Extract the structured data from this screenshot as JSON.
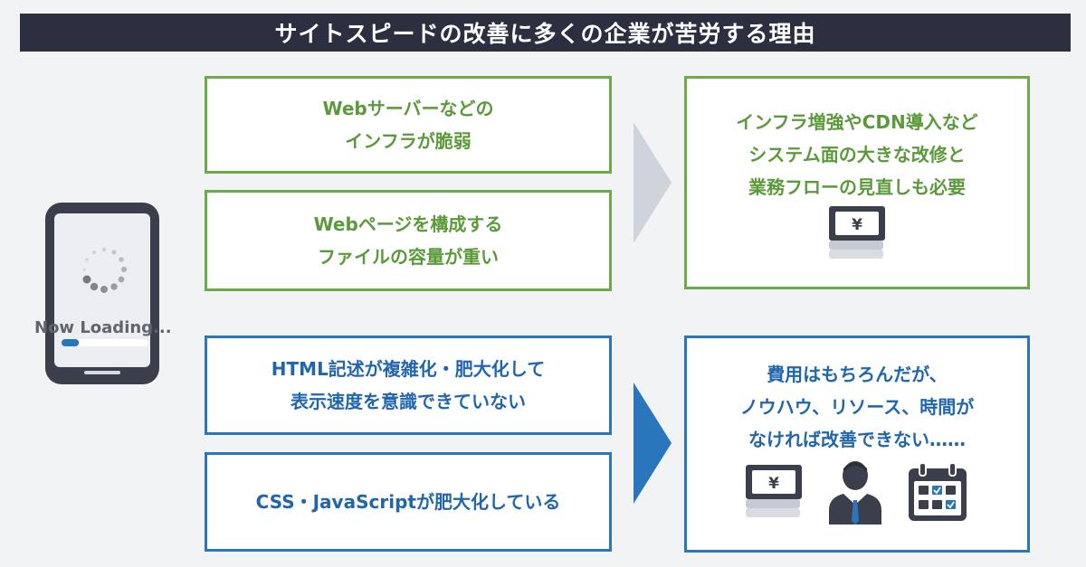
{
  "title": "サイトスピードの改善に多くの企業が苦労する理由",
  "phone": {
    "loading_text": "Now Loading...",
    "progress": 0.2
  },
  "causes_top": [
    {
      "lines": [
        "Webサーバーなどの",
        "インフラが脆弱"
      ]
    },
    {
      "lines": [
        "Webページを構成する",
        "ファイルの容量が重い"
      ]
    }
  ],
  "causes_bottom": [
    {
      "lines": [
        "HTML記述が複雑化・肥大化して",
        "表示速度を意識できていない"
      ]
    },
    {
      "lines": [
        "CSS・JavaScriptが肥大化している"
      ]
    }
  ],
  "result_top": {
    "lines": [
      "インフラ増強やCDN導入など",
      "システム面の大きな改修と",
      "業務フローの見直しも必要"
    ],
    "icons": [
      "money-icon"
    ]
  },
  "result_bottom": {
    "lines": [
      "費用はもちろんだが、",
      "ノウハウ、リソース、時間が",
      "なければ改善できない……"
    ],
    "icons": [
      "money-icon",
      "businessman-icon",
      "calendar-icon"
    ]
  },
  "money_symbol": "¥",
  "colors": {
    "title_bg": "#2b2f3f",
    "green": "#6bab4a",
    "blue": "#2a76bd",
    "arrow_gray": "#cfd3dc",
    "dark": "#3a3f4b"
  }
}
